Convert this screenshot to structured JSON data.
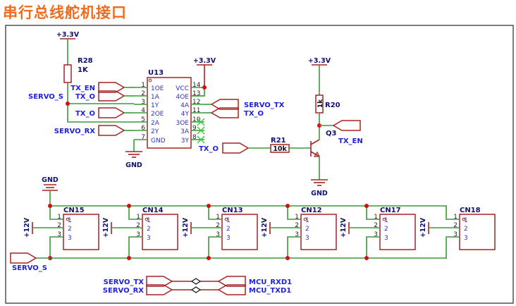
{
  "title": "串行总线舵机接口",
  "power": {
    "v33": "+3.3V",
    "gnd": "GND",
    "v12": "+12V"
  },
  "r28": {
    "ref": "R28",
    "value": "1K"
  },
  "r20": {
    "ref": "R20",
    "value": "1k"
  },
  "r21": {
    "ref": "R21",
    "value": "10k"
  },
  "q3": {
    "ref": "Q3"
  },
  "u13": {
    "ref": "U13",
    "left_pins": [
      {
        "num": "1",
        "name": "1OE"
      },
      {
        "num": "2",
        "name": "1A"
      },
      {
        "num": "3",
        "name": "1Y"
      },
      {
        "num": "4",
        "name": "2OE"
      },
      {
        "num": "5",
        "name": "2A"
      },
      {
        "num": "6",
        "name": "2Y"
      },
      {
        "num": "7",
        "name": "GND"
      }
    ],
    "right_pins": [
      {
        "num": "14",
        "name": "VCC"
      },
      {
        "num": "13",
        "name": "4OE"
      },
      {
        "num": "12",
        "name": "4A"
      },
      {
        "num": "11",
        "name": "4Y"
      },
      {
        "num": "10",
        "name": "3OE"
      },
      {
        "num": "9",
        "name": "3A"
      },
      {
        "num": "8",
        "name": "3Y"
      }
    ]
  },
  "net_labels": [
    "SERVO_S",
    "TX_EN",
    "TX_O",
    "TX_O",
    "SERVO_RX",
    "SERVO_TX",
    "TX_O",
    "TX_O",
    "TX_EN",
    "SERVO_S",
    "SERVO_TX",
    "SERVO_RX",
    "MCU_RXD1",
    "MCU_TXD1"
  ],
  "connectors": [
    {
      "ref": "CN15",
      "pins": [
        "1",
        "2",
        "3"
      ]
    },
    {
      "ref": "CN14",
      "pins": [
        "1",
        "2",
        "3"
      ]
    },
    {
      "ref": "CN13",
      "pins": [
        "1",
        "2",
        "3"
      ]
    },
    {
      "ref": "CN12",
      "pins": [
        "1",
        "2",
        "3"
      ]
    },
    {
      "ref": "CN17",
      "pins": [
        "1",
        "2",
        "3"
      ]
    },
    {
      "ref": "CN18",
      "pins": [
        "1",
        "2",
        "3"
      ]
    }
  ],
  "colors": {
    "wire": "#3a9a3a",
    "part": "#a82222",
    "net_text": "#2020e0",
    "ref_text": "#101070",
    "junction": "#d01010",
    "noconnect": "#33cc33",
    "title": "#f26b1d"
  }
}
